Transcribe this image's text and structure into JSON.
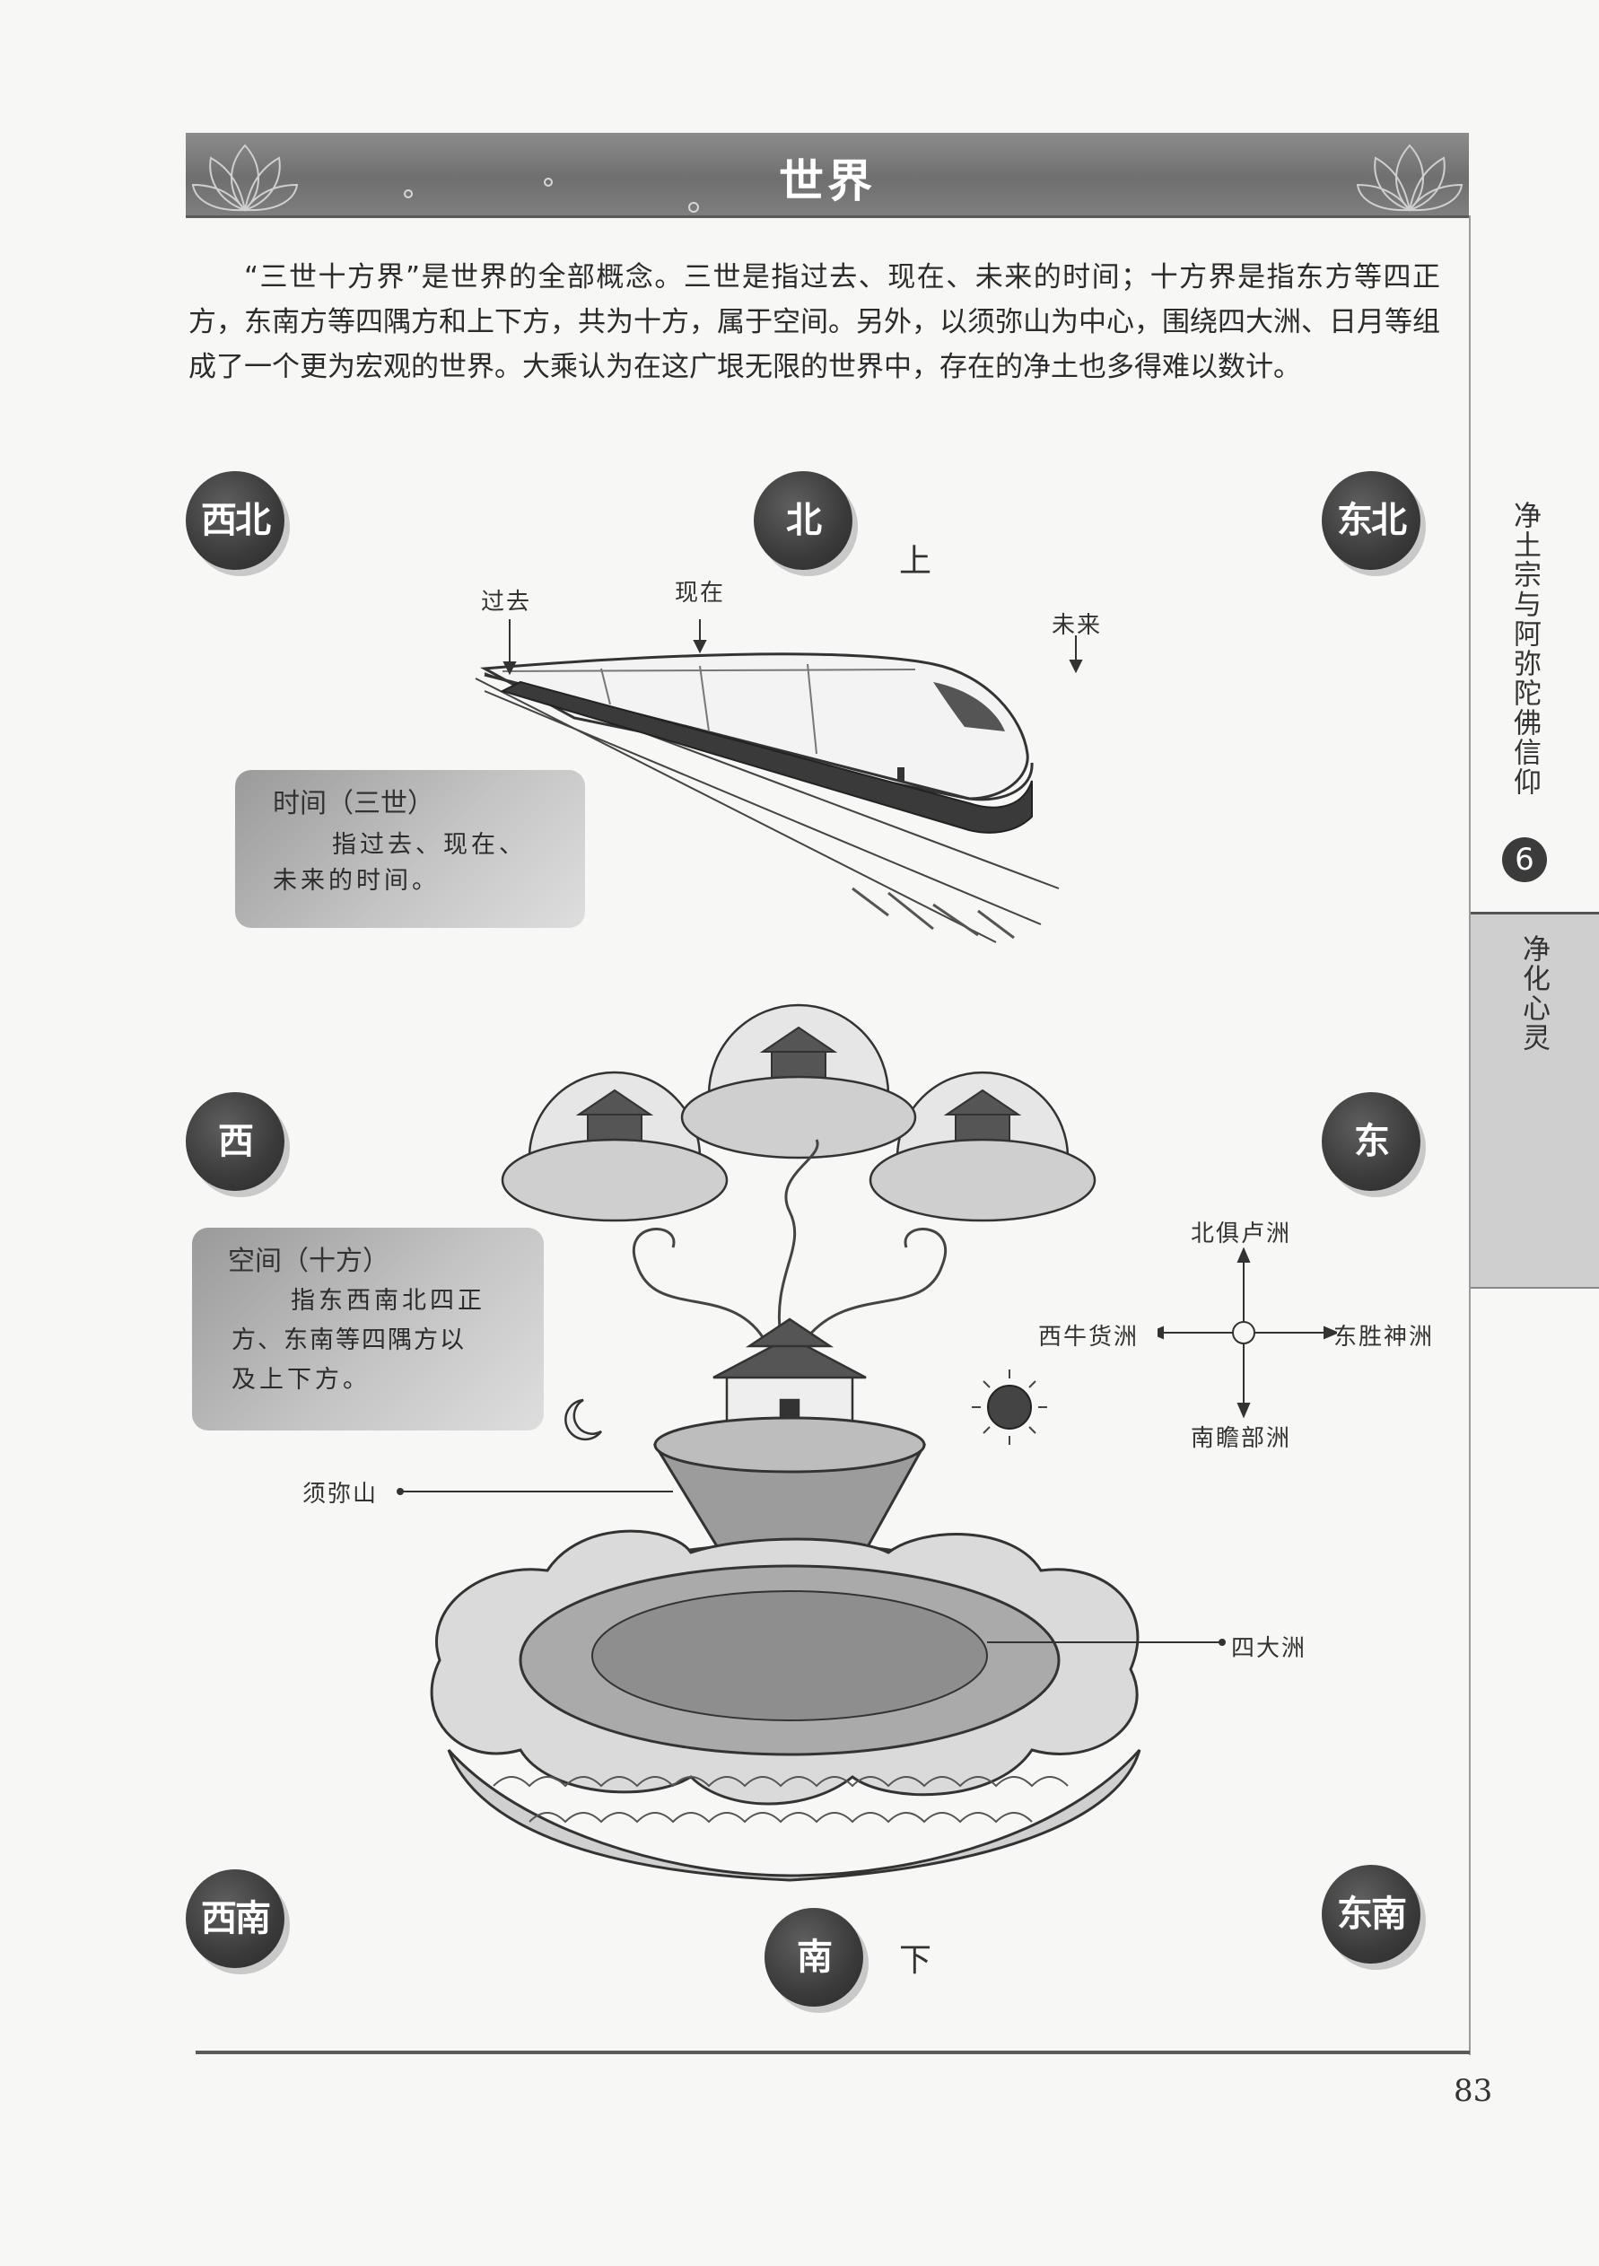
{
  "header": {
    "title": "世界"
  },
  "intro": {
    "paragraph": "“三世十方界”是世界的全部概念。三世是指过去、现在、未来的时间；十方界是指东方等四正方，东南方等四隅方和上下方，共为十方，属于空间。另外，以须弥山为中心，围绕四大洲、日月等组成了一个更为宏观的世界。大乘认为在这广垠无限的世界中，存在的净土也多得难以数计。"
  },
  "directions": {
    "northwest": "西北",
    "north": "北",
    "northeast": "东北",
    "west": "西",
    "east": "东",
    "southwest": "西南",
    "south": "南",
    "southeast": "东南",
    "up": "上",
    "down": "下"
  },
  "time_labels": {
    "past": "过去",
    "present": "现在",
    "future": "未来"
  },
  "time_box": {
    "title": "时间（三世）",
    "line1": "指过去、现在、",
    "line2": "未来的时间。"
  },
  "space_box": {
    "title": "空间（十方）",
    "line1": "指东西南北四正",
    "line2": "方、东南等四隅方以",
    "line3": "及上下方。"
  },
  "compass": {
    "north": "北俱卢洲",
    "west": "西牛货洲",
    "east": "东胜神洲",
    "south": "南瞻部洲"
  },
  "cosmos_labels": {
    "sumeru": "须弥山",
    "four_continents": "四大洲"
  },
  "side_tab": {
    "book_title": "净土宗与阿弥陀佛信仰",
    "chapter_number": "6",
    "chapter_title": "净化心灵"
  },
  "footer": {
    "page_number": "83"
  },
  "colors": {
    "band": "#767676",
    "badge": "#3a3a3a",
    "tab": "#cfcfcf"
  }
}
